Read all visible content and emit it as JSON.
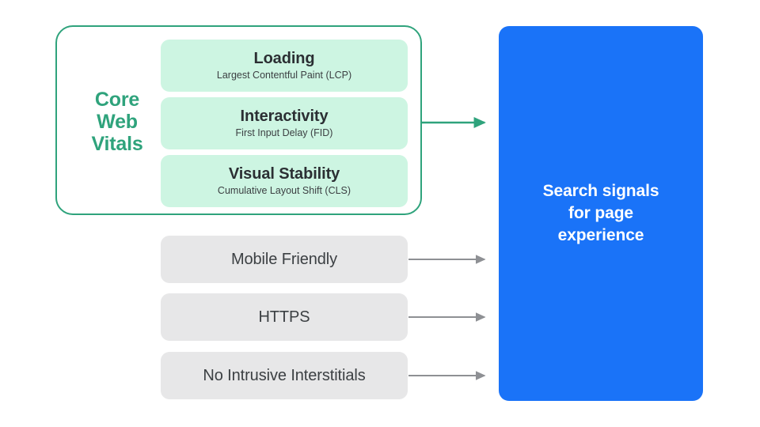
{
  "diagram": {
    "title": "Search signals for page experience",
    "colors": {
      "green_accent": "#2FA37C",
      "green_card_fill": "#CDF5E2",
      "gray_card_fill": "#E7E7E8",
      "blue_panel": "#1A73F8",
      "text_dark": "#3C4043",
      "text_white": "#FFFFFF",
      "arrow_gray": "#8E9094"
    },
    "core_web_vitals": {
      "group_label_lines": [
        "Core",
        "Web",
        "Vitals"
      ],
      "group_label_text": "Core Web Vitals",
      "metrics": [
        {
          "title": "Loading",
          "subtitle": "Largest Contentful Paint (LCP)",
          "abbr": "LCP"
        },
        {
          "title": "Interactivity",
          "subtitle": "First Input Delay (FID)",
          "abbr": "FID"
        },
        {
          "title": "Visual Stability",
          "subtitle": "Cumulative Layout Shift (CLS)",
          "abbr": "CLS"
        }
      ]
    },
    "other_signals": [
      {
        "label": "Mobile Friendly"
      },
      {
        "label": "HTTPS"
      },
      {
        "label": "No Intrusive Interstitials"
      }
    ],
    "outcome": {
      "label": "Search signals\nfor page\nexperience",
      "line1": "Search signals",
      "line2": "for page",
      "line3": "experience"
    },
    "arrows": [
      {
        "name": "core-web-vitals-arrow",
        "color": "#2FA37C",
        "from": "core-web-vitals-group",
        "to": "search-signals-panel"
      },
      {
        "name": "mobile-friendly-arrow",
        "color": "#8E9094",
        "from": "Mobile Friendly",
        "to": "search-signals-panel"
      },
      {
        "name": "https-arrow",
        "color": "#8E9094",
        "from": "HTTPS",
        "to": "search-signals-panel"
      },
      {
        "name": "no-intrusive-interstitials-arrow",
        "color": "#8E9094",
        "from": "No Intrusive Interstitials",
        "to": "search-signals-panel"
      }
    ]
  }
}
